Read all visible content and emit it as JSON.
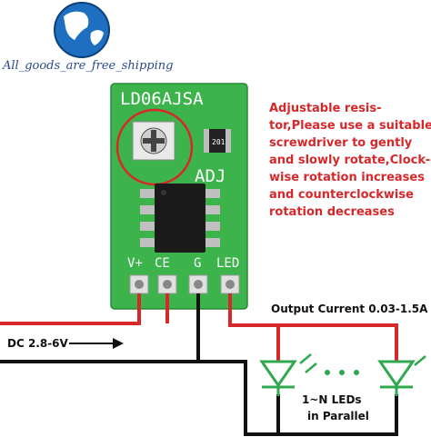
{
  "watermark": {
    "text": "All_goods_are_free_shipping"
  },
  "board": {
    "model": "LD06AJSA",
    "adj_label": "ADJ",
    "resistor_code": "201",
    "pin_labels": [
      "V+",
      "CE",
      "G",
      "LED"
    ]
  },
  "annotation": {
    "lines": [
      "Adjustable resis-",
      "tor,Please use a suitable",
      "screwdriver to gently",
      "and slowly rotate,Clock-",
      "wise rotation increases",
      "and counterclockwise",
      "rotation decreases"
    ]
  },
  "output_current": "Output Current 0.03-1.5A",
  "dc_input": "DC 2.8-6V",
  "leds": {
    "label_line1": "1~N LEDs",
    "label_line2": "in Parallel"
  },
  "colors": {
    "pcb": "#3cb44b",
    "wire_red": "#d6282b",
    "wire_black": "#111111",
    "led_green": "#2fa84f",
    "annotation_red": "#d6282b"
  }
}
